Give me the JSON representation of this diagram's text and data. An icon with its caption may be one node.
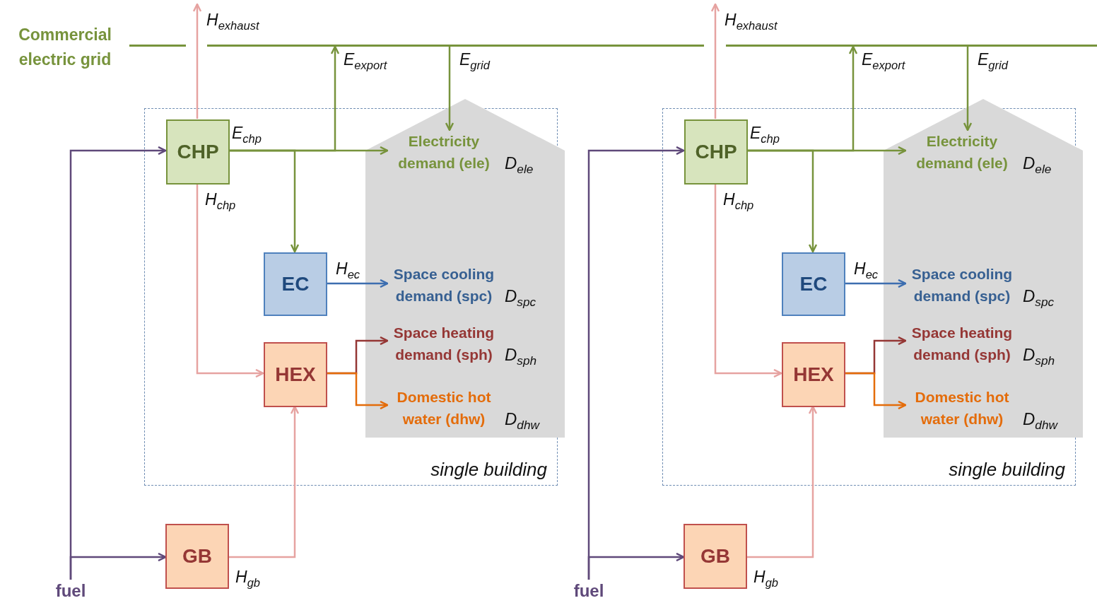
{
  "diagram": {
    "nodes": [
      {
        "text": [],
        "shape": "bar",
        "beside": [
          "Commercial electric grid"
        ]
      },
      {
        "text": [
          "single building"
        ]
      },
      {
        "text": [
          "CHP"
        ],
        "in": 1
      },
      {
        "text": [
          "EC"
        ],
        "in": 1
      },
      {
        "text": [
          "HEX"
        ],
        "in": 1
      },
      {
        "text": [],
        "shape": "house"
      },
      {
        "text": [
          "Electricity demand (ele)"
        ],
        "in": 5,
        "beside": [
          "D$_{ele}$"
        ]
      },
      {
        "text": [
          "Space cooling demand (spc)"
        ],
        "in": 5,
        "beside": [
          "D$_{spc}$"
        ]
      },
      {
        "text": [
          "Space heating demand (sph)"
        ],
        "in": 5,
        "beside": [
          "D$_{sph}$"
        ]
      },
      {
        "text": [
          "Domestic hot water (dhw)"
        ],
        "in": 5,
        "beside": [
          "D$_{dhw}$"
        ]
      },
      {
        "text": [
          "GB"
        ]
      },
      {
        "text": [
          "fuel"
        ]
      },
      {
        "text": [
          "single building"
        ]
      },
      {
        "text": [
          "CHP"
        ],
        "in": 12
      },
      {
        "text": [
          "EC"
        ],
        "in": 12
      },
      {
        "text": [
          "HEX"
        ],
        "in": 12
      },
      {
        "text": [],
        "shape": "house"
      },
      {
        "text": [
          "Electricity demand (ele)"
        ],
        "in": 16,
        "beside": [
          "D$_{ele}$"
        ]
      },
      {
        "text": [
          "Space cooling demand (spc)"
        ],
        "in": 16,
        "beside": [
          "D$_{spc}$"
        ]
      },
      {
        "text": [
          "Space heating demand (sph)"
        ],
        "in": 16,
        "beside": [
          "D$_{sph}$"
        ]
      },
      {
        "text": [
          "Domestic hot water (dhw)"
        ],
        "in": 16,
        "beside": [
          "D$_{dhw}$"
        ]
      },
      {
        "text": [
          "GB"
        ]
      },
      {
        "text": [
          "fuel"
        ]
      }
    ],
    "edges": [
      {
        "from": 2,
        "to": null,
        "arrow": "to",
        "label": "H$_{exhaust}$",
        "color": "#e6a3a1"
      },
      {
        "from": 2,
        "to": 6,
        "arrow": "to",
        "label": "E$_{chp}$",
        "color": "#77933c"
      },
      {
        "from": 2,
        "to": 0,
        "arrow": "to",
        "label": "E$_{export}$",
        "color": "#77933c"
      },
      {
        "from": 0,
        "to": 6,
        "arrow": "to",
        "label": "E$_{grid}$",
        "color": "#77933c"
      },
      {
        "from": 2,
        "to": 3,
        "arrow": "to",
        "color": "#77933c"
      },
      {
        "from": 3,
        "to": 7,
        "arrow": "to",
        "label": "H$_{ec}$",
        "color": "#3d6eb0"
      },
      {
        "from": 2,
        "to": 4,
        "arrow": "to",
        "label": "H$_{chp}$",
        "color": "#e6a3a1"
      },
      {
        "from": 4,
        "to": 8,
        "arrow": "to",
        "color": "#953735"
      },
      {
        "from": 4,
        "to": 9,
        "arrow": "to",
        "color": "#e46c0a"
      },
      {
        "from": 10,
        "to": 4,
        "arrow": "to",
        "label": "H$_{gb}$",
        "color": "#e6a3a1"
      },
      {
        "from": 11,
        "to": 2,
        "arrow": "to",
        "color": "#5f497a"
      },
      {
        "from": 11,
        "to": 10,
        "arrow": "to",
        "color": "#5f497a"
      },
      {
        "from": 13,
        "to": null,
        "arrow": "to",
        "label": "H$_{exhaust}$",
        "color": "#e6a3a1"
      },
      {
        "from": 13,
        "to": 17,
        "arrow": "to",
        "label": "E$_{chp}$",
        "color": "#77933c"
      },
      {
        "from": 13,
        "to": 0,
        "arrow": "to",
        "label": "E$_{export}$",
        "color": "#77933c"
      },
      {
        "from": 0,
        "to": 17,
        "arrow": "to",
        "label": "E$_{grid}$",
        "color": "#77933c"
      },
      {
        "from": 13,
        "to": 14,
        "arrow": "to",
        "color": "#77933c"
      },
      {
        "from": 14,
        "to": 18,
        "arrow": "to",
        "label": "H$_{ec}$",
        "color": "#3d6eb0"
      },
      {
        "from": 13,
        "to": 15,
        "arrow": "to",
        "label": "H$_{chp}$",
        "color": "#e6a3a1"
      },
      {
        "from": 15,
        "to": 19,
        "arrow": "to",
        "color": "#953735"
      },
      {
        "from": 15,
        "to": 20,
        "arrow": "to",
        "color": "#e46c0a"
      },
      {
        "from": 21,
        "to": 15,
        "arrow": "to",
        "label": "H$_{gb}$",
        "color": "#e6a3a1"
      },
      {
        "from": 22,
        "to": 13,
        "arrow": "to",
        "color": "#5f497a"
      },
      {
        "from": 22,
        "to": 21,
        "arrow": "to",
        "color": "#5f497a"
      }
    ]
  }
}
